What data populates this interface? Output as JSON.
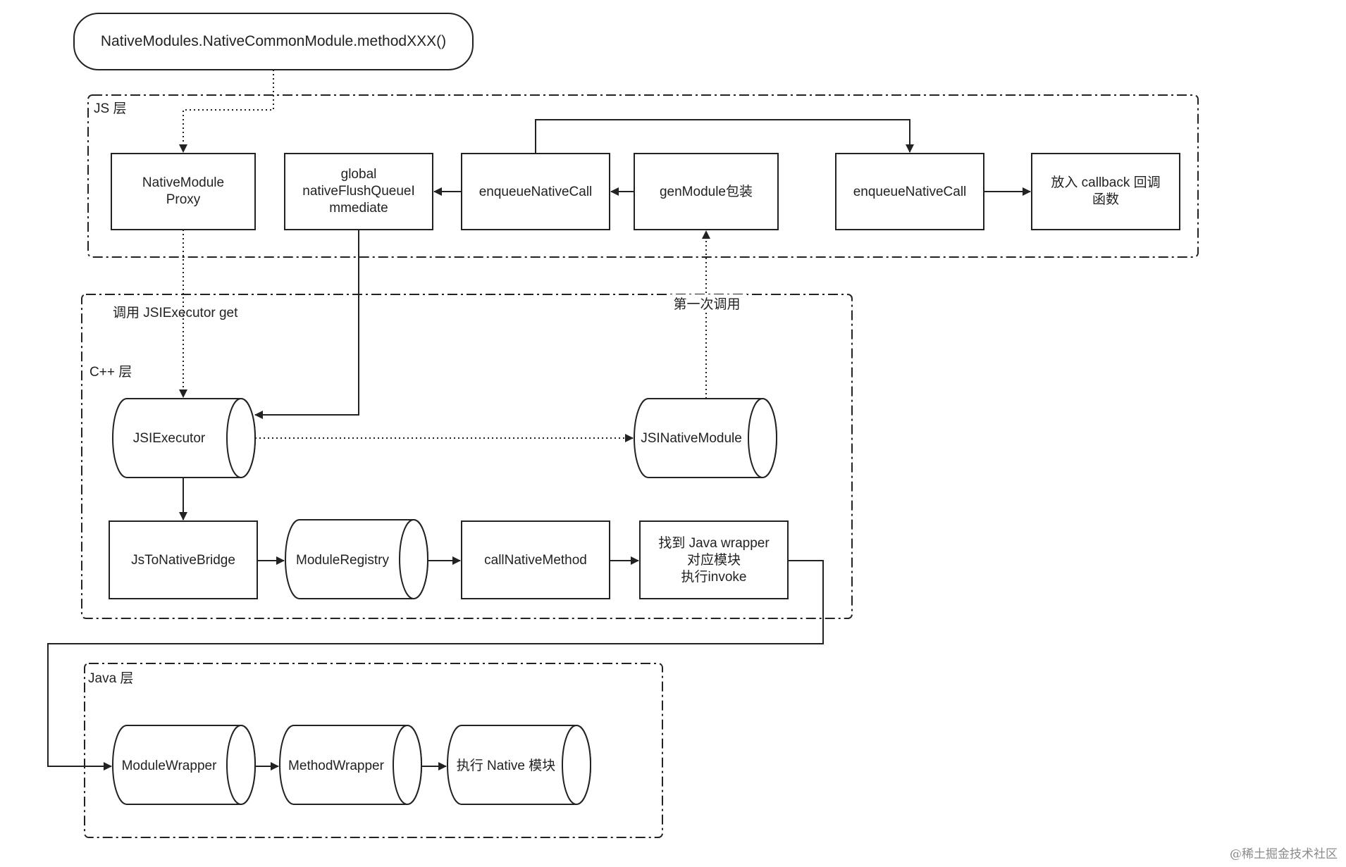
{
  "colors": {
    "stroke": "#222222",
    "background": "#ffffff",
    "watermark": "#8a8a8a"
  },
  "start": {
    "label": "NativeModules.NativeCommonModule.methodXXX()"
  },
  "layers": {
    "js": {
      "label": "JS 层"
    },
    "cpp": {
      "label": "C++ 层",
      "caption": "调用 JSIExecutor get"
    },
    "java": {
      "label": "Java 层"
    }
  },
  "nodes": {
    "native_module_proxy": {
      "lines": [
        "NativeModule",
        "Proxy"
      ]
    },
    "global_flush": {
      "lines": [
        "global",
        "nativeFlushQueueI",
        "mmediate"
      ]
    },
    "enqueue_native_call_1": {
      "lines": [
        "enqueueNativeCall"
      ]
    },
    "gen_module": {
      "lines": [
        "genModule包装"
      ]
    },
    "enqueue_native_call_2": {
      "lines": [
        "enqueueNativeCall"
      ]
    },
    "callback": {
      "lines": [
        "放入 callback 回调",
        "函数"
      ]
    },
    "jsi_executor": {
      "lines": [
        "JSIExecutor"
      ]
    },
    "jsi_native_module": {
      "lines": [
        "JSINativeModule"
      ]
    },
    "js_to_native_bridge": {
      "lines": [
        "JsToNativeBridge"
      ]
    },
    "module_registry": {
      "lines": [
        "ModuleRegistry"
      ]
    },
    "call_native_method": {
      "lines": [
        "callNativeMethod"
      ]
    },
    "find_java_wrapper": {
      "lines": [
        "找到 Java wrapper",
        "对应模块",
        "执行invoke"
      ]
    },
    "module_wrapper": {
      "lines": [
        "ModuleWrapper"
      ]
    },
    "method_wrapper": {
      "lines": [
        "MethodWrapper"
      ]
    },
    "exec_native": {
      "lines": [
        "执行 Native 模块"
      ]
    }
  },
  "edge_labels": {
    "first_call": "第一次调用"
  },
  "watermark": "@稀土掘金技术社区"
}
